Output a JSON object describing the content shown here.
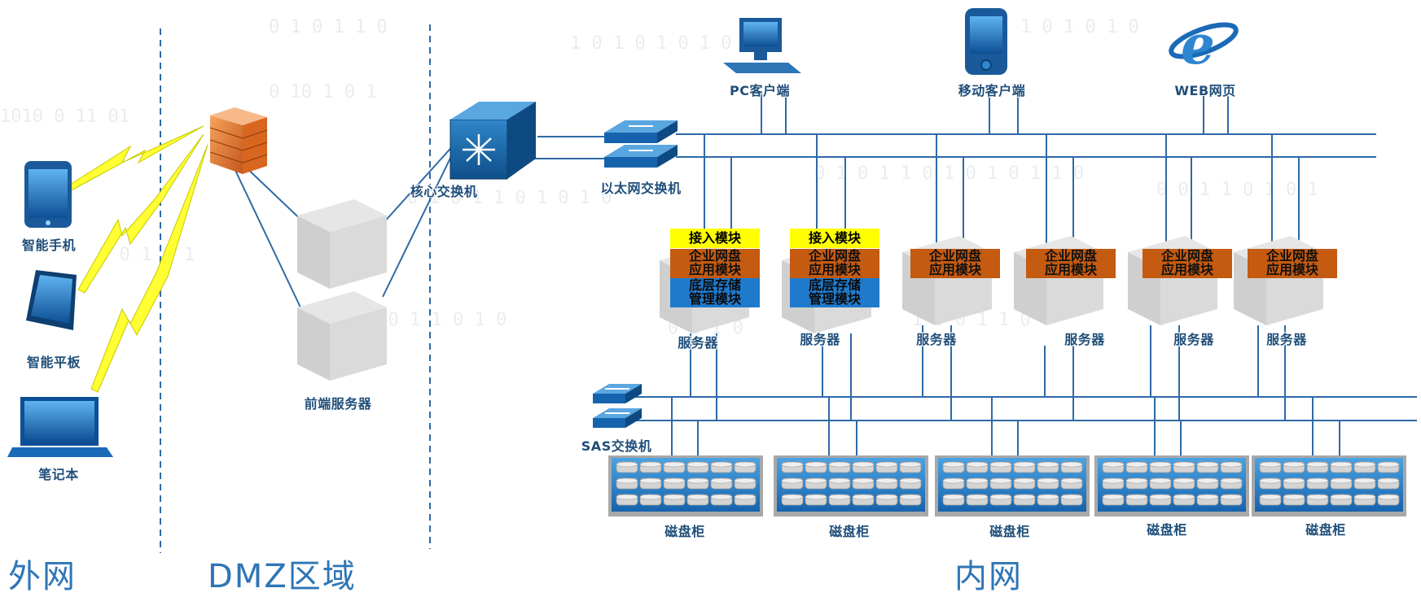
{
  "zones": {
    "outer": "外网",
    "dmz": "DMZ区域",
    "inner": "内网"
  },
  "devices": {
    "phone": "智能手机",
    "tablet": "智能平板",
    "laptop": "笔记本",
    "frontend": "前端服务器",
    "core_switch": "核心交换机",
    "ethernet_switch": "以太网交换机",
    "sas_switch": "SAS交换机",
    "pc_client": "PC客户端",
    "mobile_client": "移动客户端",
    "web": "WEB网页"
  },
  "modules": {
    "access": "接入模块",
    "enterprise_line1": "企业网盘",
    "enterprise_line2": "应用模块",
    "storage_line1": "底层存储",
    "storage_line2": "管理模块"
  },
  "server_label": "服务器",
  "disk_cabinet_label": "磁盘柜",
  "colors": {
    "line": "#2e6aa6",
    "zone_text": "#2e75b6",
    "access": "#ffff00",
    "enterprise": "#c55a11",
    "storage": "#1f7acc",
    "lightning": "#ffff33"
  }
}
